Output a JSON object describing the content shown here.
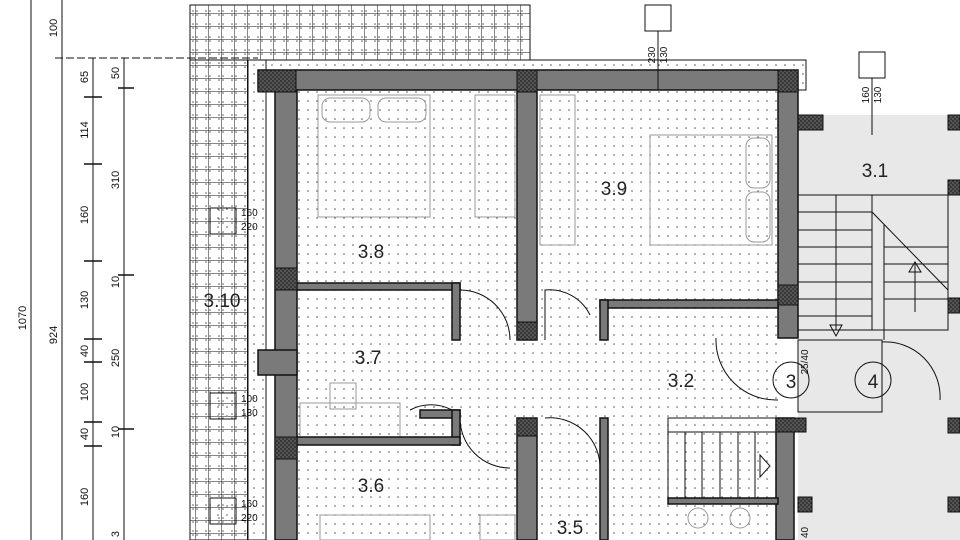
{
  "plan": {
    "rooms": [
      {
        "id": "3.8",
        "label": "3.8"
      },
      {
        "id": "3.9",
        "label": "3.9"
      },
      {
        "id": "3.7",
        "label": "3.7"
      },
      {
        "id": "3.2",
        "label": "3.2"
      },
      {
        "id": "3.6",
        "label": "3.6"
      },
      {
        "id": "3.5",
        "label": "3.5"
      },
      {
        "id": "3.1",
        "label": "3.1"
      },
      {
        "id": "3.10",
        "label": "3.10"
      }
    ],
    "markers": [
      "3",
      "4"
    ],
    "stair_note": "25/40",
    "bottom_note": "40",
    "dimensions": {
      "overall": "1070",
      "inner": "924",
      "top": "100",
      "col3": [
        "65",
        "114",
        "160",
        "130",
        "40",
        "100",
        "40",
        "160"
      ],
      "col4": [
        "50",
        "310",
        "10",
        "250",
        "10",
        "3"
      ]
    },
    "windows": [
      {
        "w": "230",
        "h": "130"
      },
      {
        "w": "160",
        "h": "130"
      },
      {
        "w": "160",
        "h": "220"
      },
      {
        "w": "100",
        "h": "130"
      },
      {
        "w": "160",
        "h": "220"
      }
    ]
  },
  "colors": {
    "wall": "#7a7a7a",
    "column": "#3a3a3a",
    "stair_area": "#e8e8e8",
    "line": "#111111"
  }
}
